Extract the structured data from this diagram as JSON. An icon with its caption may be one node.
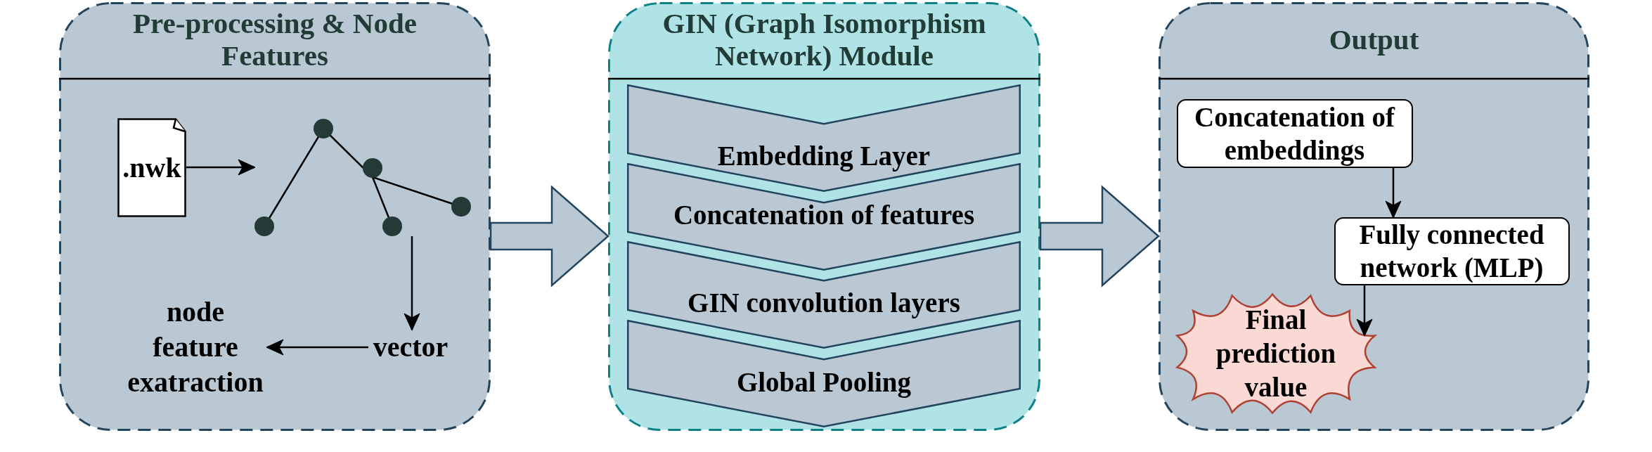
{
  "diagram": {
    "nodes": [
      {
        "text": [
          "Pre-processing & Node Features"
        ]
      },
      {
        "text": [
          ".nwk"
        ],
        "in": 0
      },
      {
        "text": [],
        "shape": "picture",
        "in": 0
      },
      {
        "text": [
          "node feature exatraction"
        ],
        "in": 0
      },
      {
        "text": [
          "vector"
        ],
        "in": 0
      },
      {
        "text": [
          "GIN (Graph Isomorphism Network) Module"
        ]
      },
      {
        "text": [
          "Embedding Layer"
        ],
        "in": 5
      },
      {
        "text": [
          "Concatenation of features"
        ],
        "in": 5
      },
      {
        "text": [
          "GIN convolution layers"
        ],
        "in": 5
      },
      {
        "text": [
          "Global Pooling"
        ],
        "in": 5
      },
      {
        "text": [
          "Output"
        ]
      },
      {
        "text": [
          "Concatenation of embeddings"
        ],
        "in": 10
      },
      {
        "text": [
          "Fully connected network (MLP)"
        ],
        "in": 10
      },
      {
        "text": [
          "Final prediction value"
        ],
        "in": 10
      }
    ],
    "edges": [
      {
        "from": 1,
        "to": 2,
        "arrow": "to"
      },
      {
        "from": 2,
        "to": 4,
        "arrow": "to"
      },
      {
        "from": 4,
        "to": 3,
        "arrow": "to"
      },
      {
        "from": 0,
        "to": 5,
        "arrow": "to",
        "style": "thick",
        "color": "#23445d"
      },
      {
        "from": 5,
        "to": 10,
        "arrow": "to",
        "style": "thick",
        "color": "#23445d"
      },
      {
        "from": 11,
        "to": 12,
        "arrow": "to"
      },
      {
        "from": 12,
        "to": 13,
        "arrow": "to"
      }
    ]
  }
}
